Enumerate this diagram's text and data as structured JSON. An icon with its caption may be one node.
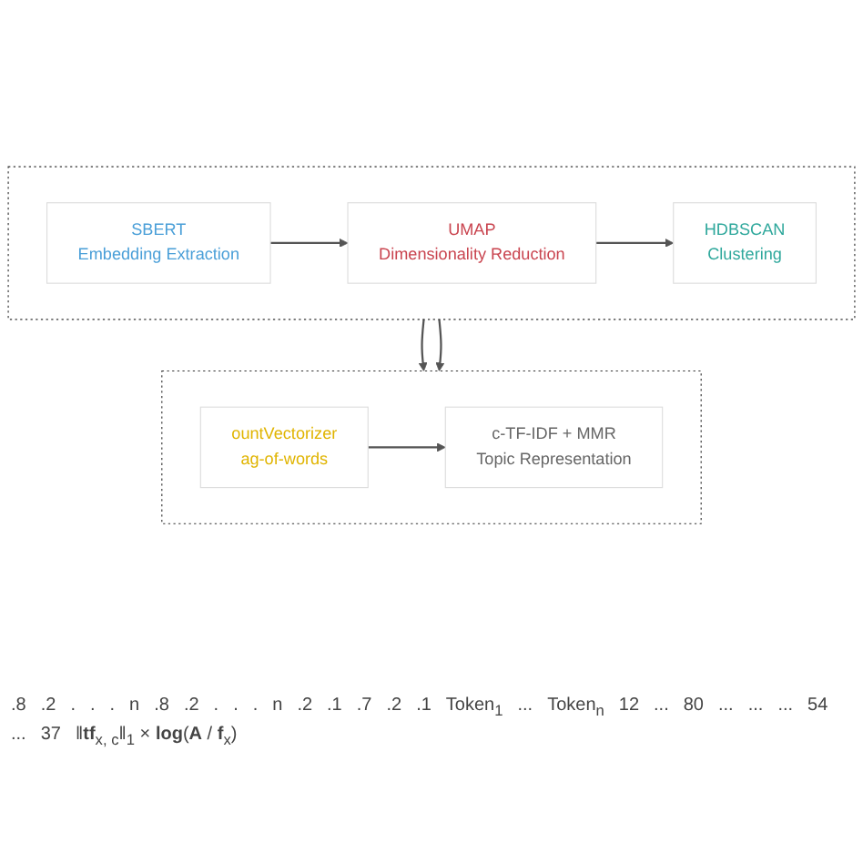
{
  "diagram": {
    "nodes": [
      {
        "text": [],
        "shape": "box"
      },
      {
        "text": [
          "SBERT",
          "Embedding Extraction"
        ],
        "in": 0
      },
      {
        "text": [
          "UMAP",
          "Dimensionality Reduction"
        ],
        "in": 0
      },
      {
        "text": [
          "HDBSCAN",
          "Clustering"
        ],
        "in": 0
      },
      {
        "text": [],
        "shape": "box"
      },
      {
        "text": [
          "ountVectorizer",
          "ag-of-words"
        ],
        "in": 4
      },
      {
        "text": [
          "c-TF-IDF + MMR",
          "Topic Representation"
        ],
        "in": 4
      }
    ],
    "edges": [
      {
        "from": 1,
        "to": 2,
        "arrow": "to"
      },
      {
        "from": 2,
        "to": 3,
        "arrow": "to"
      },
      {
        "from": 0,
        "to": 4,
        "arrow": "to"
      },
      {
        "from": 0,
        "to": 4,
        "arrow": "to"
      },
      {
        "from": 5,
        "to": 6,
        "arrow": "to"
      }
    ],
    "labels": [
      ".8",
      ".2",
      ".",
      ".",
      ".",
      "n",
      ".8",
      ".2",
      ".",
      ".",
      ".",
      "n",
      ".2",
      ".1",
      ".7",
      ".2",
      ".1",
      "Token$_{1}$",
      "...",
      "Token$_{n}$",
      "12",
      "...",
      "80",
      "...",
      "...",
      "...",
      "54",
      "...",
      "37",
      "‖**tf**$_{x, c}$‖$_{1}$ × **log**(**A** / **f**$_{x}$)"
    ]
  }
}
